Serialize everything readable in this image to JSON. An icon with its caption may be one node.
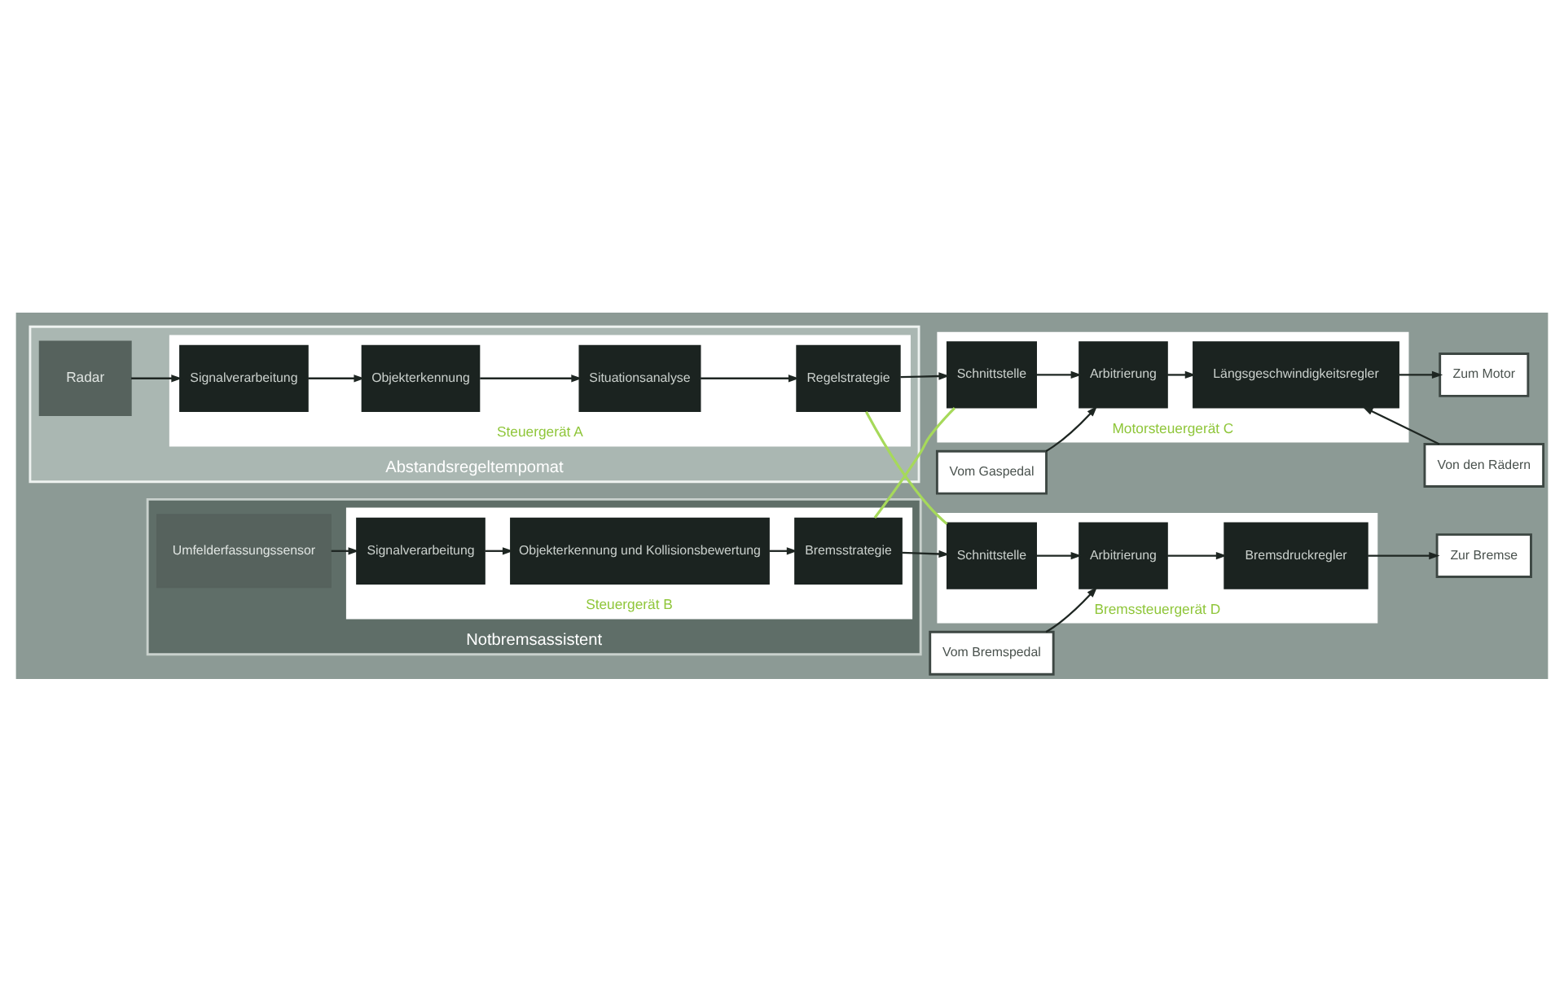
{
  "diagram": {
    "nodes": [
      {
        "text": [
          "Abstandsregeltempomat"
        ]
      },
      {
        "text": [
          "Radar"
        ],
        "in": 0
      },
      {
        "text": [
          "Steuergerät A"
        ],
        "in": 0
      },
      {
        "text": [
          "Signalverarbeitung"
        ],
        "in": 2
      },
      {
        "text": [
          "Objekterkennung"
        ],
        "in": 2
      },
      {
        "text": [
          "Situationsanalyse"
        ],
        "in": 2
      },
      {
        "text": [
          "Regelstrategie"
        ],
        "in": 2
      },
      {
        "text": [
          "Motorsteuergerät C"
        ]
      },
      {
        "text": [
          "Schnittstelle"
        ],
        "in": 7
      },
      {
        "text": [
          "Arbitrierung"
        ],
        "in": 7
      },
      {
        "text": [
          "Längsgeschwindigkeitsregler"
        ],
        "in": 7
      },
      {
        "text": [
          "Vom Gaspedal"
        ]
      },
      {
        "text": [
          "Zum Motor"
        ]
      },
      {
        "text": [
          "Von den Rädern"
        ]
      },
      {
        "text": [
          "Notbremsassistent"
        ]
      },
      {
        "text": [
          "Umfelderfassungssensor"
        ],
        "in": 14
      },
      {
        "text": [
          "Steuergerät B"
        ],
        "in": 14
      },
      {
        "text": [
          "Signalverarbeitung"
        ],
        "in": 16
      },
      {
        "text": [
          "Objekterkennung und Kollisionsbewertung"
        ],
        "in": 16
      },
      {
        "text": [
          "Bremsstrategie"
        ],
        "in": 16
      },
      {
        "text": [
          "Bremssteuergerät D"
        ]
      },
      {
        "text": [
          "Schnittstelle"
        ],
        "in": 20
      },
      {
        "text": [
          "Arbitrierung"
        ],
        "in": 20
      },
      {
        "text": [
          "Bremsdruckregler"
        ],
        "in": 20
      },
      {
        "text": [
          "Vom Bremspedal"
        ]
      },
      {
        "text": [
          "Zur Bremse"
        ]
      }
    ],
    "edges": [
      {
        "from": 1,
        "to": 3,
        "arrow": "to"
      },
      {
        "from": 3,
        "to": 4,
        "arrow": "to"
      },
      {
        "from": 4,
        "to": 5,
        "arrow": "to"
      },
      {
        "from": 5,
        "to": 6,
        "arrow": "to"
      },
      {
        "from": 6,
        "to": 8,
        "arrow": "to"
      },
      {
        "from": 8,
        "to": 9,
        "arrow": "to"
      },
      {
        "from": 9,
        "to": 10,
        "arrow": "to"
      },
      {
        "from": 10,
        "to": 12,
        "arrow": "to"
      },
      {
        "from": 13,
        "to": 10,
        "arrow": "to"
      },
      {
        "from": 11,
        "to": 9,
        "arrow": "to"
      },
      {
        "from": 6,
        "to": 21,
        "arrow": "none",
        "color": "#a6d95a"
      },
      {
        "from": 19,
        "to": 8,
        "arrow": "none",
        "color": "#a6d95a"
      },
      {
        "from": 15,
        "to": 17,
        "arrow": "to"
      },
      {
        "from": 17,
        "to": 18,
        "arrow": "to"
      },
      {
        "from": 18,
        "to": 19,
        "arrow": "to"
      },
      {
        "from": 19,
        "to": 21,
        "arrow": "to"
      },
      {
        "from": 21,
        "to": 22,
        "arrow": "to"
      },
      {
        "from": 22,
        "to": 23,
        "arrow": "to"
      },
      {
        "from": 23,
        "to": 25,
        "arrow": "to"
      },
      {
        "from": 24,
        "to": 22,
        "arrow": "to"
      }
    ]
  }
}
